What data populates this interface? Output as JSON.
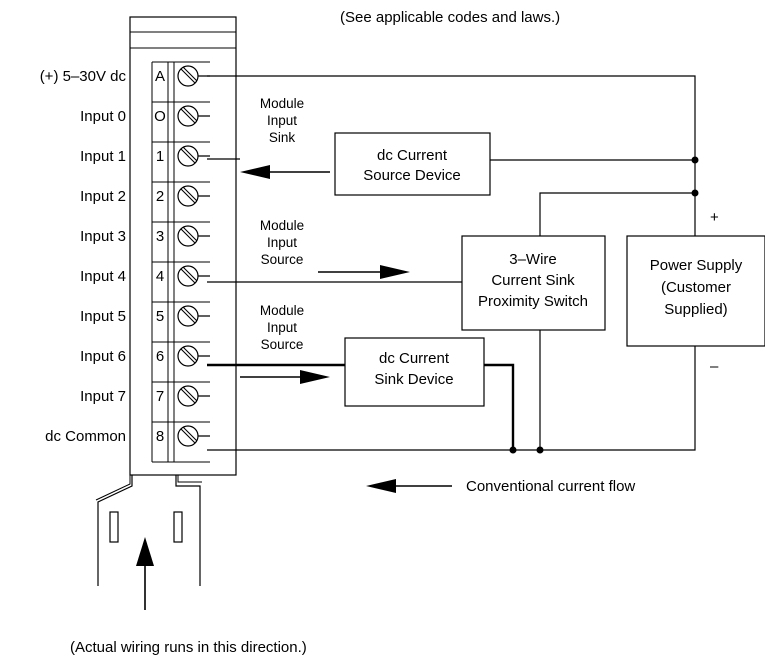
{
  "header_note": "(See applicable codes and laws.)",
  "footer_note": "(Actual wiring runs in this direction.)",
  "module": {
    "terminals": [
      "A",
      "O",
      "1",
      "2",
      "3",
      "4",
      "5",
      "6",
      "7",
      "8"
    ],
    "labels": [
      "(+) 5–30V dc",
      "Input 0",
      "Input 1",
      "Input 2",
      "Input 3",
      "Input 4",
      "Input 5",
      "Input 6",
      "Input 7",
      "dc Common"
    ]
  },
  "annotations": {
    "sink": [
      "Module",
      "Input",
      "Sink"
    ],
    "source1": [
      "Module",
      "Input",
      "Source"
    ],
    "source2": [
      "Module",
      "Input",
      "Source"
    ]
  },
  "devices": {
    "source_device": [
      "dc Current",
      "Source Device"
    ],
    "prox_switch": [
      "3–Wire",
      "Current Sink",
      "Proximity Switch"
    ],
    "sink_device": [
      "dc Current",
      "Sink Device"
    ],
    "power_supply": [
      "Power Supply",
      "(Customer",
      "Supplied)"
    ]
  },
  "polarity": {
    "plus": "+",
    "minus": "–"
  },
  "legend": {
    "text": "Conventional current flow"
  }
}
